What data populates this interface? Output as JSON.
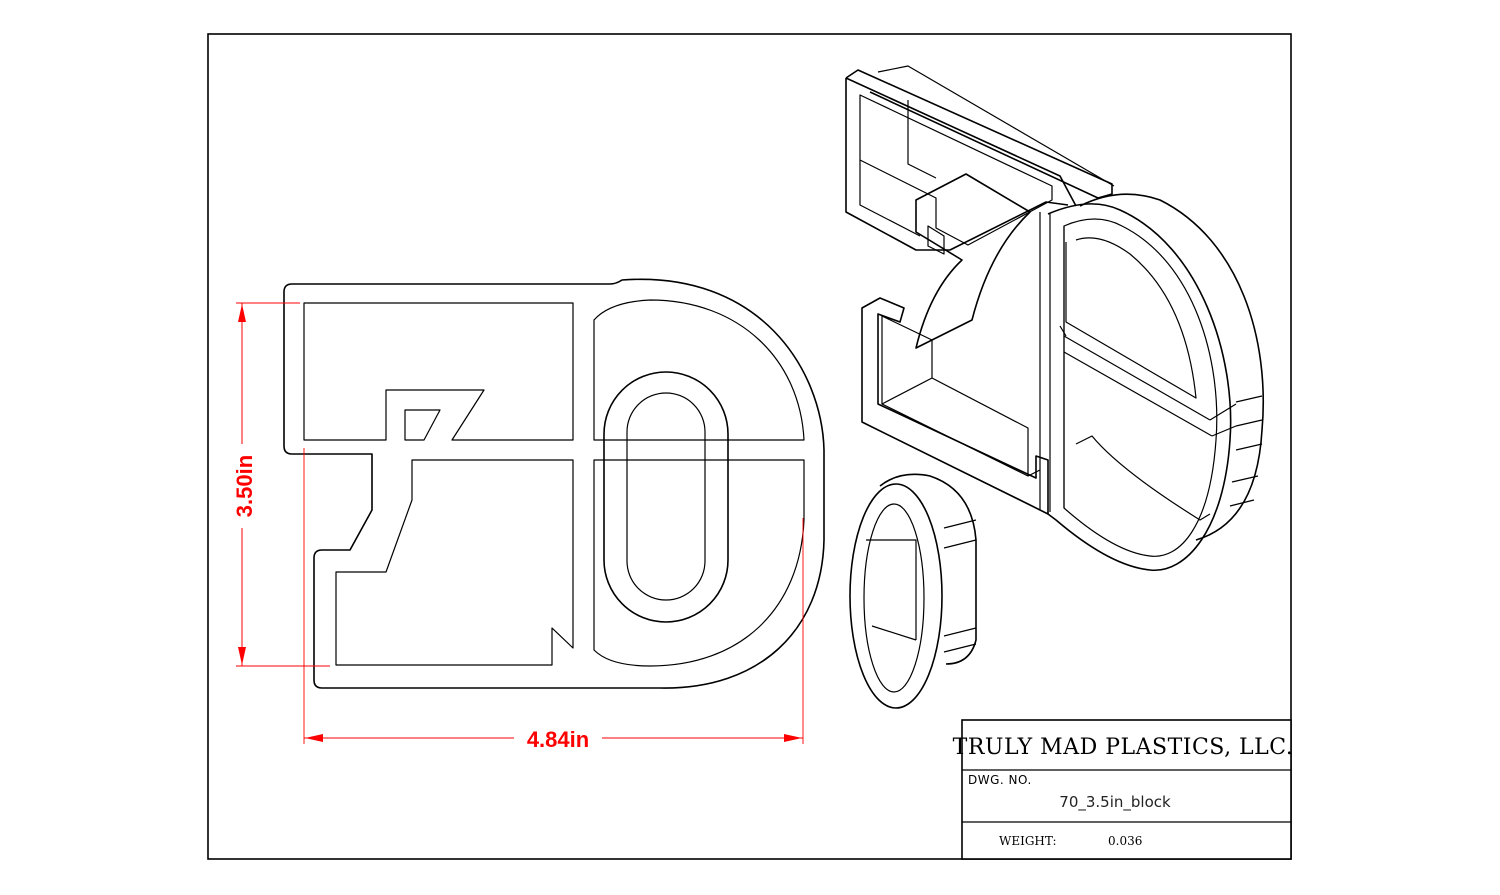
{
  "dimensions": {
    "height_label": "3.50in",
    "width_label": "4.84in"
  },
  "title_block": {
    "company": "TRULY MAD PLASTICS, LLC.",
    "dwg_no_label": "DWG.  NO.",
    "dwg_no_value": "70_3.5in_block",
    "weight_label": "WEIGHT:",
    "weight_value": "0.036"
  },
  "colors": {
    "dimension": "#ff0000",
    "line": "#000000",
    "background": "#ffffff"
  }
}
